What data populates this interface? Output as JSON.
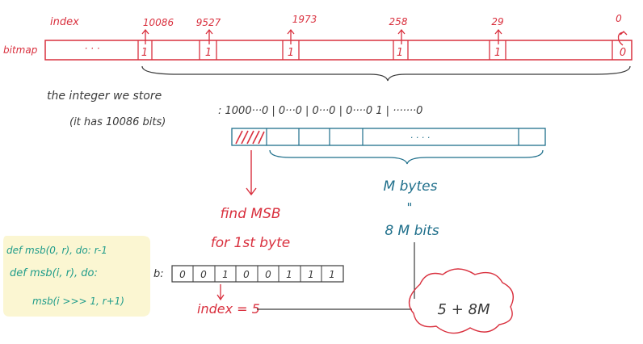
{
  "bitmap": {
    "row_label": "bitmap",
    "index_label": "index",
    "ellipsis": "· · ·",
    "cells": [
      {
        "index": "10086",
        "bit": "1"
      },
      {
        "index": "9527",
        "bit": "1"
      },
      {
        "index": "1973",
        "bit": "1"
      },
      {
        "index": "258",
        "bit": "1"
      },
      {
        "index": "29",
        "bit": "1"
      },
      {
        "index": "0",
        "bit": "0"
      }
    ]
  },
  "integer": {
    "caption_line1": "the integer we store",
    "caption_line2": "(it has 10086 bits)",
    "binary": ": 1000···0 | 0···0 | 0···0 | 0····0 1 | ·······0",
    "bytes_ellipsis": "· · · ·",
    "bytes_label": "M bytes",
    "equals": "\"",
    "bits_label": "8 M bits"
  },
  "msb": {
    "find_line1": "find MSB",
    "find_line2": "for 1st byte",
    "b_label": "b:",
    "bits": [
      "0",
      "0",
      "1",
      "0",
      "0",
      "1",
      "1",
      "1"
    ],
    "index_result": "index = 5",
    "result": "5 + 8M"
  },
  "code": {
    "line1": "def msb(0, r), do: r-1",
    "line2": "def msb(i, r), do:",
    "line3": "msb(i >>> 1, r+1)"
  },
  "colors": {
    "red": "#d9303e",
    "blue": "#1f6f8b",
    "teal": "#1f9c8a",
    "highlight": "#fbf6d2"
  }
}
